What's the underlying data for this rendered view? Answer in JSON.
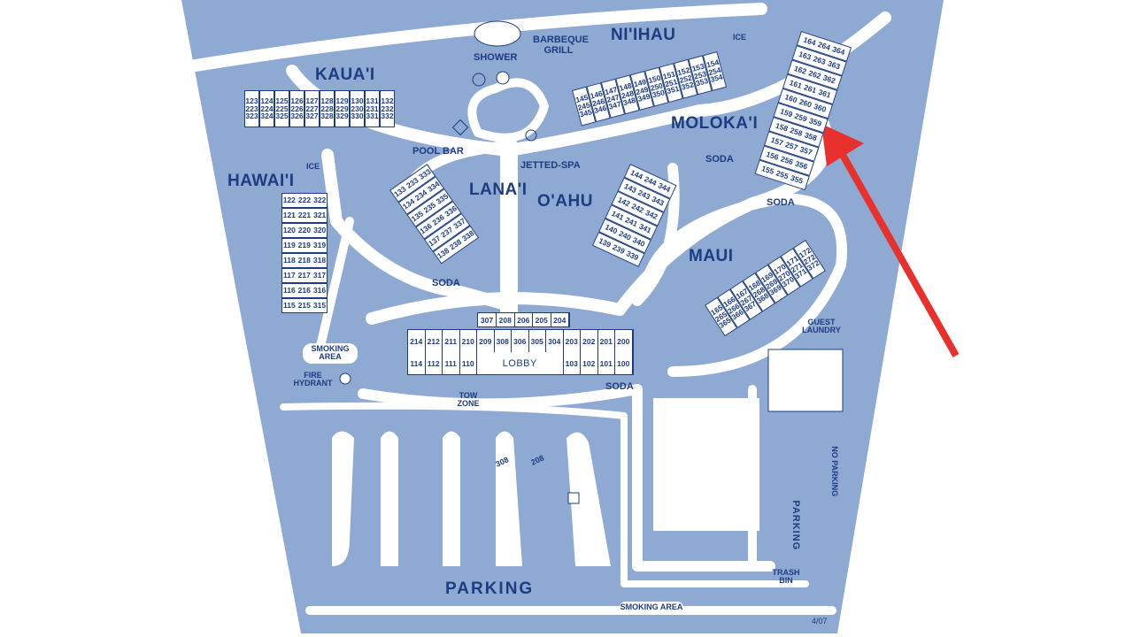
{
  "map": {
    "areas": {
      "kauai": "KAUA'I",
      "niihau": "NI'IHAU",
      "molokai": "MOLOKA'I",
      "hawaii": "HAWAI'I",
      "lanai": "LANA'I",
      "oahu": "O'AHU",
      "maui": "MAUI",
      "parking": "PARKING"
    },
    "amenities": {
      "shower": "SHOWER",
      "bbq": "BARBEQUE GRILL",
      "ice_niihau": "ICE",
      "ice_hawaii": "ICE",
      "pool_bar": "POOL BAR",
      "jetted_spa": "JETTED-SPA",
      "soda_molokai_top": "SODA",
      "soda_molokai": "SODA",
      "soda_lanai": "SODA",
      "soda_lobby": "SODA",
      "smoking_area_left": "SMOKING AREA",
      "smoking_area_bottom": "SMOKING AREA",
      "fire_hydrant": "FIRE HYDRANT",
      "tow_zone": "TOW ZONE",
      "guest_laundry": "GUEST LAUNDRY",
      "no_parking": "NO PARKING",
      "parking_right": "PARKING",
      "trash_bin": "TRASH BIN",
      "parking_308": "308",
      "parking_208": "208",
      "date": "4/07"
    },
    "buildings": {
      "kauai": [
        [
          "123",
          "223",
          "323"
        ],
        [
          "124",
          "224",
          "324"
        ],
        [
          "125",
          "225",
          "325"
        ],
        [
          "126",
          "226",
          "326"
        ],
        [
          "127",
          "227",
          "327"
        ],
        [
          "128",
          "228",
          "328"
        ],
        [
          "129",
          "229",
          "329"
        ],
        [
          "130",
          "230",
          "330"
        ],
        [
          "131",
          "231",
          "331"
        ],
        [
          "132",
          "232",
          "332"
        ]
      ],
      "niihau": [
        [
          "145",
          "245",
          "345"
        ],
        [
          "146",
          "246",
          "346"
        ],
        [
          "147",
          "247",
          "347"
        ],
        [
          "148",
          "248",
          "348"
        ],
        [
          "149",
          "249",
          "349"
        ],
        [
          "150",
          "250",
          "350"
        ],
        [
          "151",
          "251",
          "351"
        ],
        [
          "152",
          "252",
          "352"
        ],
        [
          "153",
          "253",
          "353"
        ],
        [
          "154",
          "254",
          "354"
        ]
      ],
      "molokai": [
        [
          "164",
          "264",
          "364"
        ],
        [
          "163",
          "263",
          "363"
        ],
        [
          "162",
          "262",
          "362"
        ],
        [
          "161",
          "261",
          "361"
        ],
        [
          "160",
          "260",
          "360"
        ],
        [
          "159",
          "259",
          "359"
        ],
        [
          "158",
          "258",
          "358"
        ],
        [
          "157",
          "257",
          "357"
        ],
        [
          "156",
          "256",
          "356"
        ],
        [
          "155",
          "255",
          "355"
        ]
      ],
      "hawaii": [
        [
          "122",
          "222",
          "322"
        ],
        [
          "121",
          "221",
          "321"
        ],
        [
          "120",
          "220",
          "320"
        ],
        [
          "119",
          "219",
          "319"
        ],
        [
          "118",
          "218",
          "318"
        ],
        [
          "117",
          "217",
          "317"
        ],
        [
          "116",
          "216",
          "316"
        ],
        [
          "115",
          "215",
          "315"
        ]
      ],
      "lanai": [
        [
          "133",
          "233",
          "333"
        ],
        [
          "134",
          "234",
          "334"
        ],
        [
          "135",
          "235",
          "335"
        ],
        [
          "136",
          "236",
          "336"
        ],
        [
          "137",
          "237",
          "337"
        ],
        [
          "138",
          "238",
          "338"
        ]
      ],
      "oahu": [
        [
          "144",
          "244",
          "344"
        ],
        [
          "143",
          "243",
          "343"
        ],
        [
          "142",
          "242",
          "342"
        ],
        [
          "141",
          "241",
          "341"
        ],
        [
          "140",
          "240",
          "340"
        ],
        [
          "139",
          "239",
          "339"
        ]
      ],
      "maui": [
        [
          "165",
          "265",
          "365"
        ],
        [
          "166",
          "266",
          "366"
        ],
        [
          "167",
          "267",
          "367"
        ],
        [
          "168",
          "268",
          "368"
        ],
        [
          "169",
          "269",
          "369"
        ],
        [
          "170",
          "270",
          "370"
        ],
        [
          "171",
          "271",
          "371"
        ],
        [
          "172",
          "272",
          "372"
        ]
      ]
    },
    "lobby": {
      "top": [
        "214",
        "212",
        "211",
        "210",
        "209",
        "307",
        "308",
        "306",
        "305",
        "304",
        "203",
        "202",
        "201",
        "200"
      ],
      "top2": [
        "208",
        "206",
        "205",
        "204"
      ],
      "bottom_left": [
        "114",
        "112",
        "111",
        "110"
      ],
      "bottom_right": [
        "103",
        "102",
        "101",
        "100"
      ],
      "label": "LOBBY"
    }
  },
  "colors": {
    "map": "#8ea9d2",
    "road": "#ffffff",
    "ink": "#1d3c82",
    "arrow": "#e8302c"
  }
}
